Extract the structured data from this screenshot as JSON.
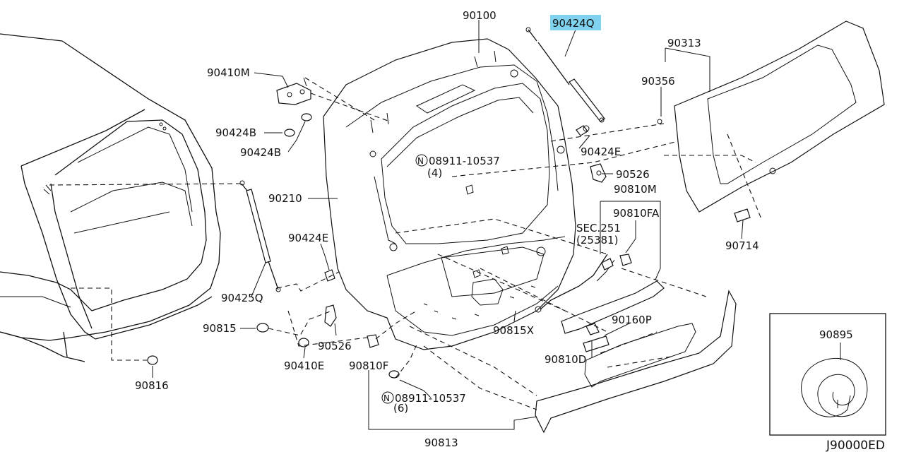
{
  "diagram": {
    "code": "J90000ED",
    "highlighted_part": "90424Q",
    "highlight_color": "#7fd3ee",
    "callouts": [
      {
        "id": "c-90100",
        "text": "90100"
      },
      {
        "id": "c-90424Q",
        "text": "90424Q"
      },
      {
        "id": "c-90313",
        "text": "90313"
      },
      {
        "id": "c-90410M",
        "text": "90410M"
      },
      {
        "id": "c-90356",
        "text": "90356"
      },
      {
        "id": "c-90424B-1",
        "text": "90424B"
      },
      {
        "id": "c-90424B-2",
        "text": "90424B"
      },
      {
        "id": "c-90424E-1",
        "text": "90424E"
      },
      {
        "id": "c-08911-a",
        "text": "08911-10537"
      },
      {
        "id": "c-4",
        "text": "(4)"
      },
      {
        "id": "c-90526-1",
        "text": "90526"
      },
      {
        "id": "c-90810M",
        "text": "90810M"
      },
      {
        "id": "c-90210",
        "text": "90210"
      },
      {
        "id": "c-90810FA",
        "text": "90810FA"
      },
      {
        "id": "c-sec251",
        "text": "SEC.251"
      },
      {
        "id": "c-25381",
        "text": "(25381)"
      },
      {
        "id": "c-90714",
        "text": "90714"
      },
      {
        "id": "c-90424E-2",
        "text": "90424E"
      },
      {
        "id": "c-90425Q",
        "text": "90425Q"
      },
      {
        "id": "c-90815",
        "text": "90815"
      },
      {
        "id": "c-90815X",
        "text": "90815X"
      },
      {
        "id": "c-90160P",
        "text": "90160P"
      },
      {
        "id": "c-90895",
        "text": "90895"
      },
      {
        "id": "c-90526-2",
        "text": "90526"
      },
      {
        "id": "c-90810D",
        "text": "90810D"
      },
      {
        "id": "c-90410E",
        "text": "90410E"
      },
      {
        "id": "c-90810F",
        "text": "90810F"
      },
      {
        "id": "c-90816",
        "text": "90816"
      },
      {
        "id": "c-08911-b",
        "text": "08911-10537"
      },
      {
        "id": "c-6",
        "text": "(6)"
      },
      {
        "id": "c-90813",
        "text": "90813"
      }
    ],
    "bolt_symbol": "N"
  }
}
